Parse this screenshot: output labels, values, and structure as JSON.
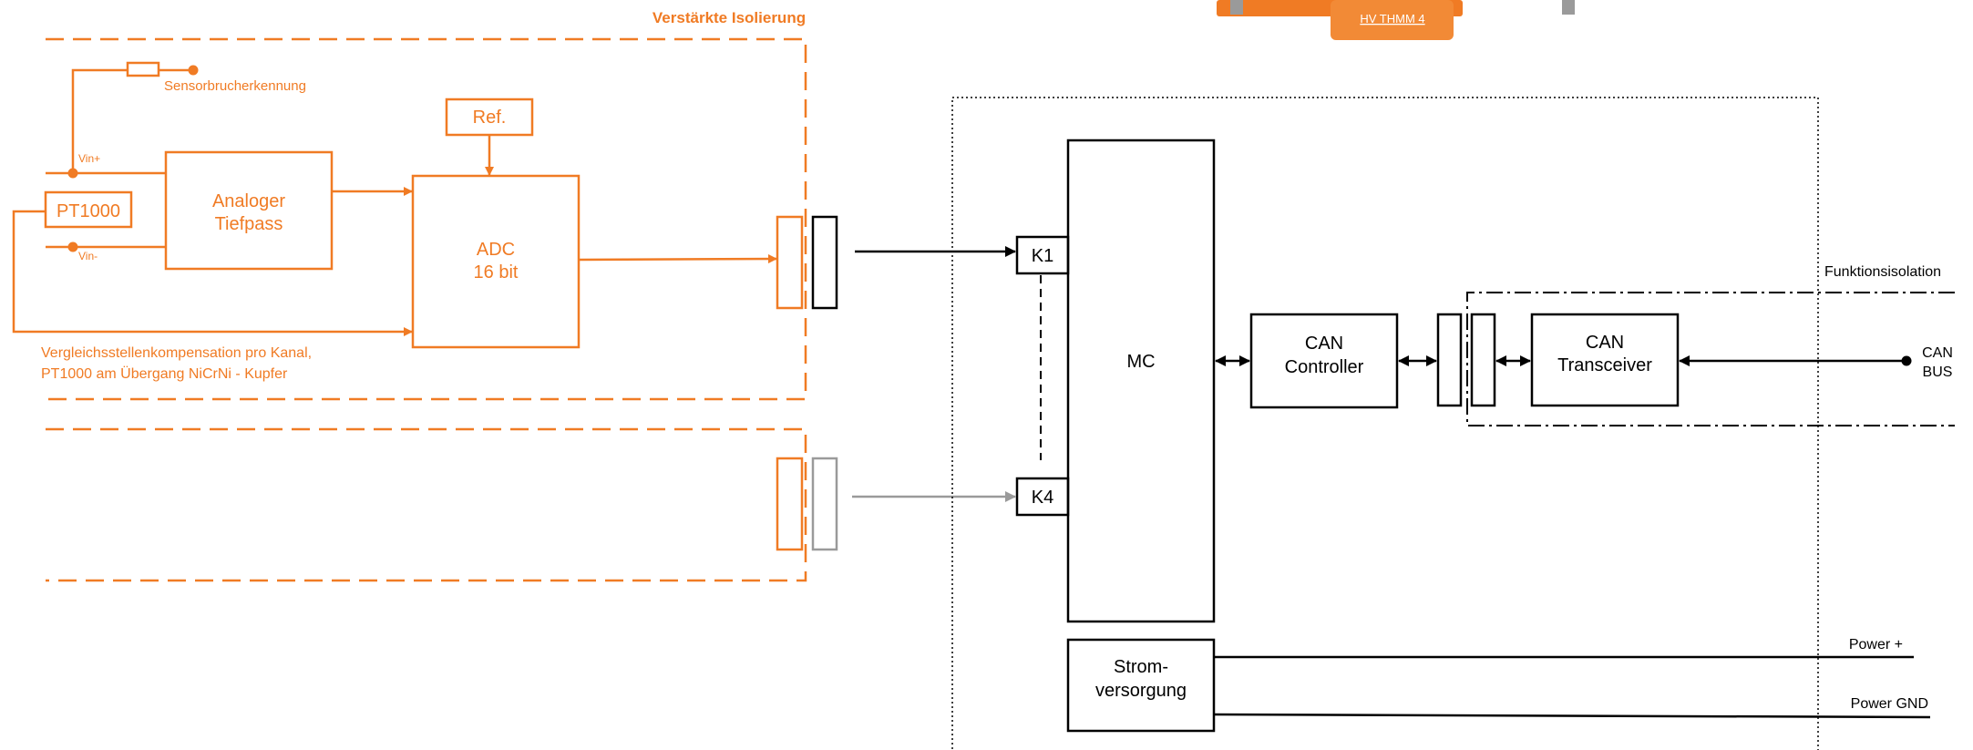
{
  "title": "Verstärkte Isolierung",
  "device_label": "HV THMM 4",
  "sensor_channel": {
    "sensor_break_label": "Sensorbrucherkennung",
    "vin_plus_label": "Vin+",
    "vin_minus_label": "Vin-",
    "pt1000_label": "PT1000",
    "lowpass_line1": "Analoger",
    "lowpass_line2": "Tiefpass",
    "ref_label": "Ref.",
    "adc_line1": "ADC",
    "adc_line2": "16 bit",
    "compensation_line1": "Vergleichsstellenkompensation pro Kanal,",
    "compensation_line2": "PT1000 am Übergang NiCrNi - Kupfer"
  },
  "controller": {
    "k1_label": "K1",
    "k4_label": "K4",
    "mc_label": "MC",
    "can_controller_line1": "CAN",
    "can_controller_line2": "Controller",
    "can_transceiver_line1": "CAN",
    "can_transceiver_line2": "Transceiver",
    "funktionsisolation_label": "Funktionsisolation",
    "can_bus_line1": "CAN",
    "can_bus_line2": "BUS",
    "power_supply_line1": "Strom-",
    "power_supply_line2": "versorgung",
    "power_plus_label": "Power +",
    "power_gnd_label": "Power GND"
  },
  "colors": {
    "accent_orange": "#f07b24",
    "line_black": "#000000",
    "inactive_gray": "#9a9a9a"
  }
}
